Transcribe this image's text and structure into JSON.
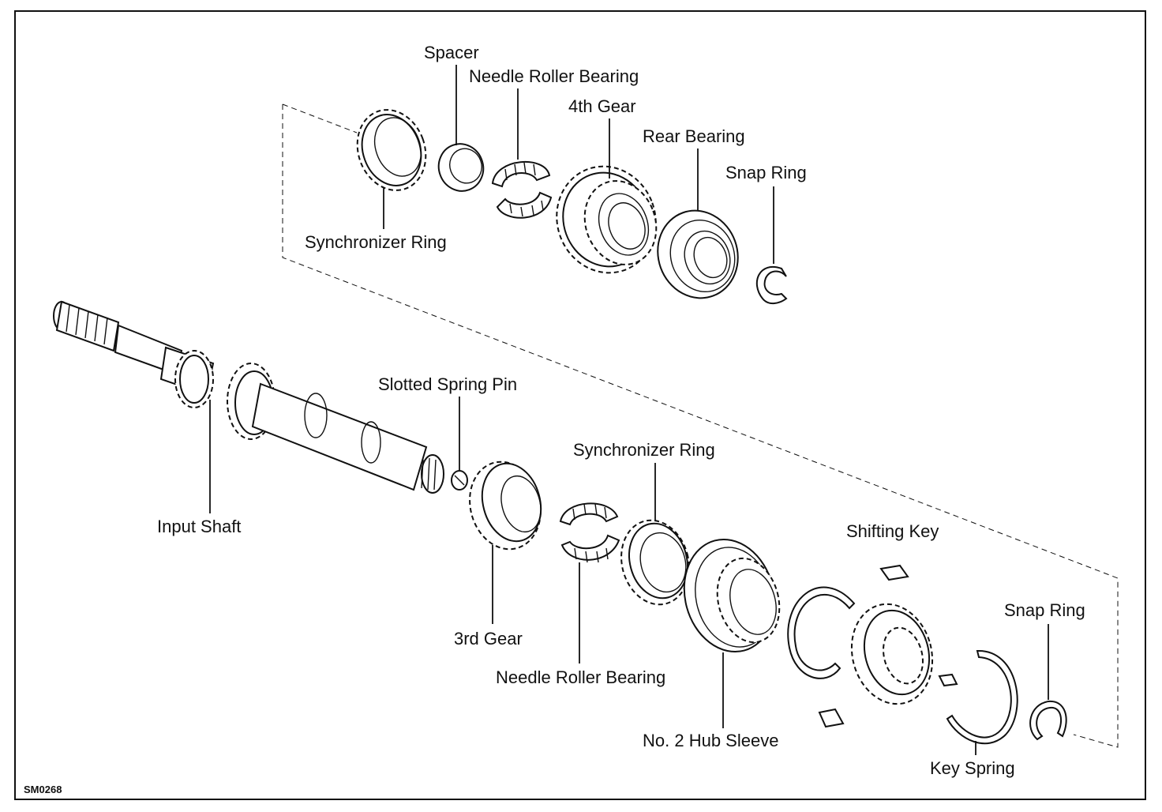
{
  "diagram": {
    "code": "SM0268",
    "labels": {
      "spacer": "Spacer",
      "needle_roller_bearing_top": "Needle Roller Bearing",
      "fourth_gear": "4th Gear",
      "rear_bearing": "Rear Bearing",
      "snap_ring_top": "Snap Ring",
      "synchronizer_ring_top": "Synchronizer Ring",
      "slotted_spring_pin": "Slotted Spring Pin",
      "input_shaft": "Input Shaft",
      "synchronizer_ring_bottom": "Synchronizer Ring",
      "shifting_key": "Shifting Key",
      "snap_ring_bottom": "Snap Ring",
      "third_gear": "3rd Gear",
      "needle_roller_bearing_bottom": "Needle Roller Bearing",
      "no2_hub_sleeve": "No. 2 Hub Sleeve",
      "key_spring": "Key Spring"
    }
  }
}
